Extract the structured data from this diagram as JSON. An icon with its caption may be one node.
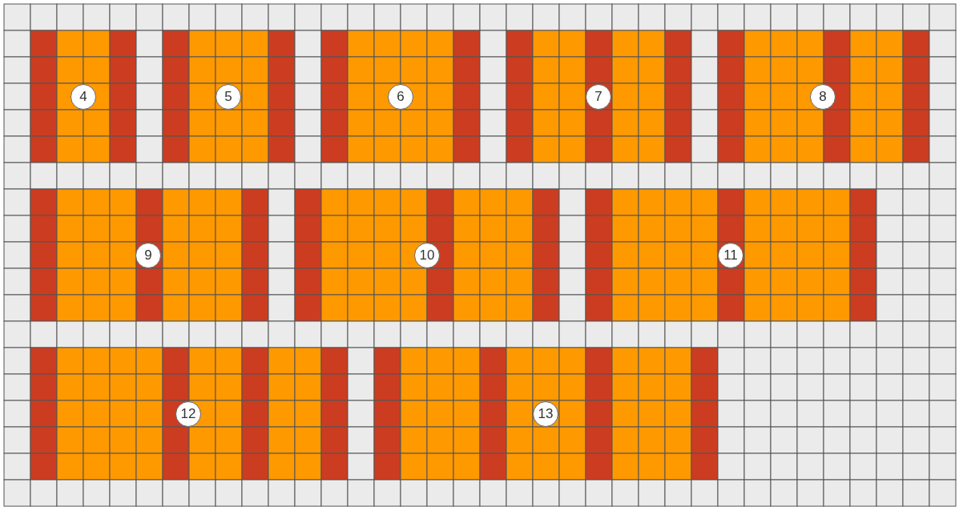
{
  "diagram": {
    "labels": [
      "4",
      "5",
      "6",
      "7",
      "8",
      "9",
      "10",
      "11",
      "12",
      "13"
    ]
  }
}
